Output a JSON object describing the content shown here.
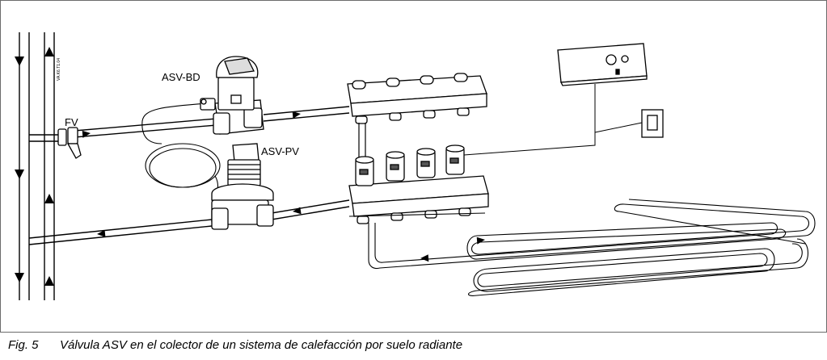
{
  "labels": {
    "asv_bd": "ASV-BD",
    "asv_pv": "ASV-PV",
    "fv": "FV",
    "drawing_code": "VA.K6.T1.04"
  },
  "caption": {
    "number": "Fig. 5",
    "text": "Válvula ASV en el colector de un sistema de calefacción por suelo radiante"
  },
  "colors": {
    "line": "#000000",
    "frame": "#6b6b6b",
    "body_fill": "#ffffff",
    "shade": "#555555"
  }
}
